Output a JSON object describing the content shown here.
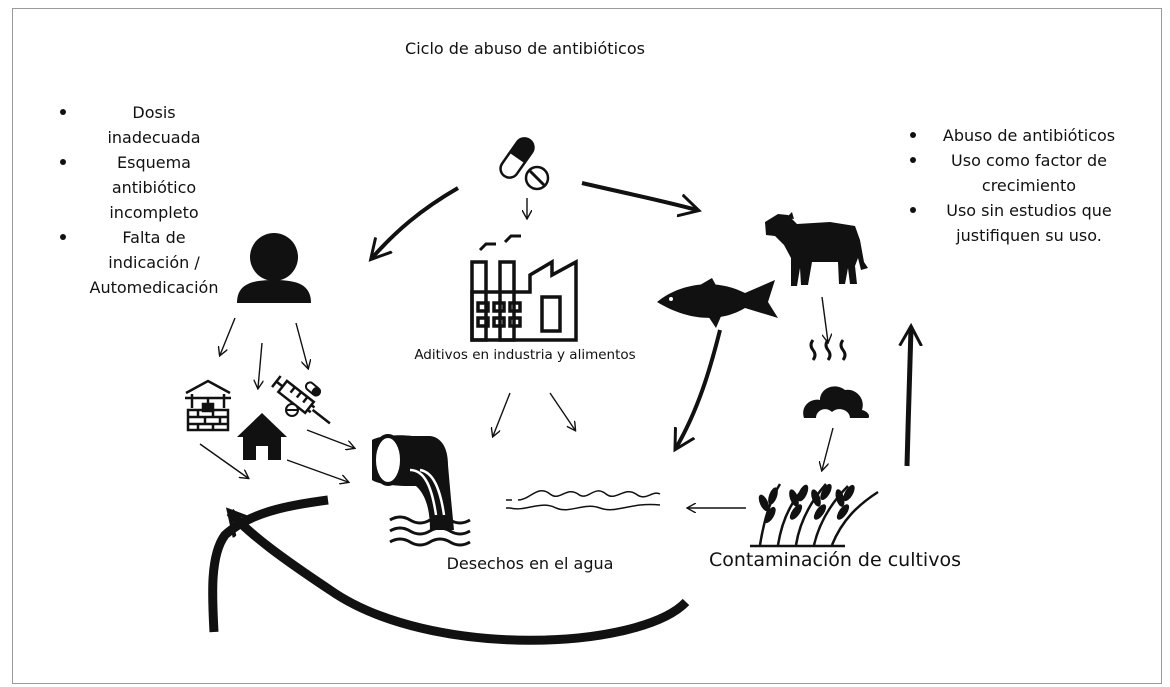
{
  "title": "Ciclo de abuso de antibióticos",
  "left_list": [
    "Dosis inadecuada",
    "Esquema antibiótico incompleto",
    "Falta de indicación / Automedicación"
  ],
  "right_list": [
    "Abuso de antibióticos",
    "Uso como factor de crecimiento",
    "Uso sin estudios que justifiquen su uso."
  ],
  "labels": {
    "industry": "Aditivos en industria y alimentos",
    "water_waste": "Desechos en el agua",
    "crop_contamination": "Contaminación de cultivos"
  },
  "icons": [
    "pills-icon",
    "person-icon",
    "factory-icon",
    "cow-icon",
    "fish-icon",
    "manure-icon",
    "well-icon",
    "house-icon",
    "syringe-icon",
    "pipe-discharge-icon",
    "water-waves-icon",
    "wheat-icon"
  ],
  "colors": {
    "ink": "#111111",
    "background": "#ffffff",
    "border": "#9a9a9a"
  }
}
